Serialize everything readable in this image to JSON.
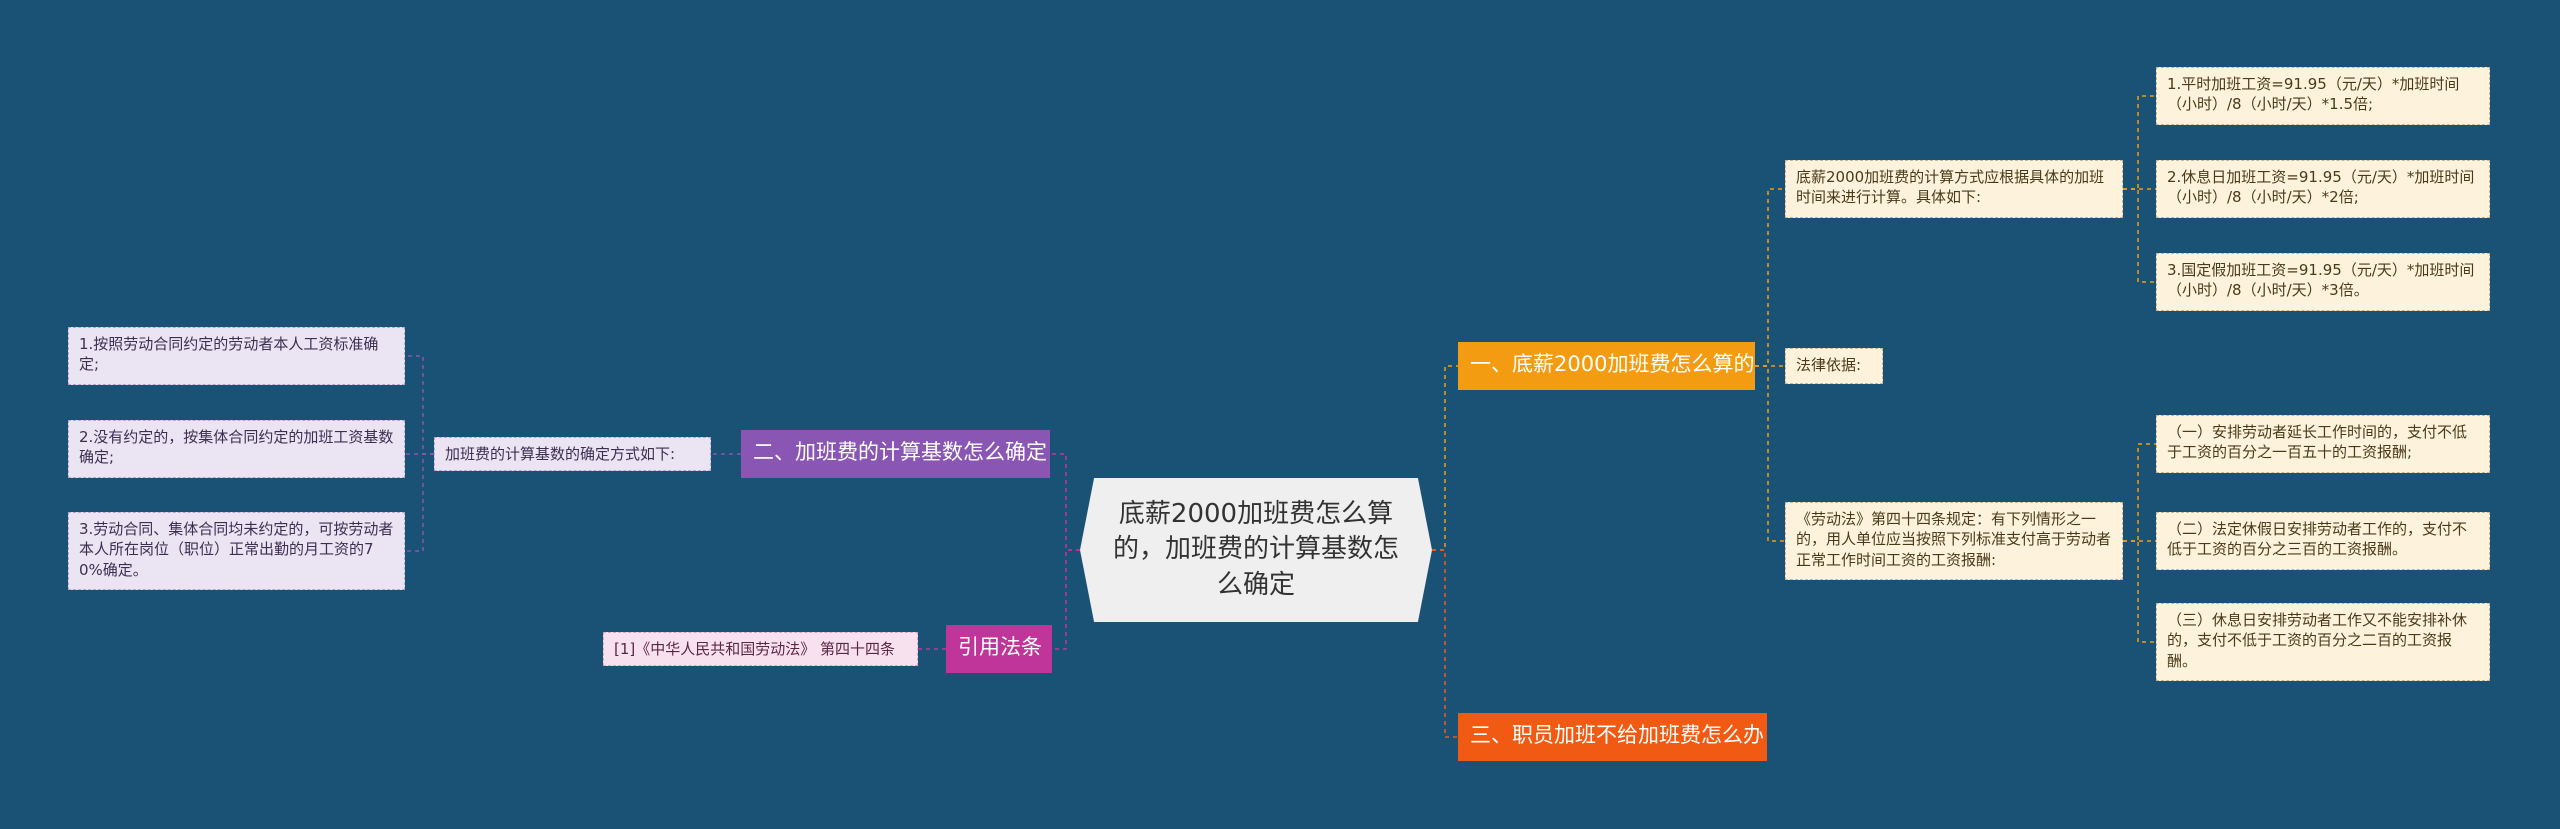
{
  "colors": {
    "background": "#1a5276",
    "branch1": "#f39c12",
    "branch2": "#8a56b3",
    "branch3": "#c0359a",
    "branch4": "#f05a12",
    "leaf_yellow": "#fdf3dc",
    "leaf_purple": "#ebe4f2",
    "leaf_pink": "#f8e1ee"
  },
  "root": {
    "label": "底薪2000加班费怎么算的，加班费的计算基数怎么确定"
  },
  "branches": {
    "b1": {
      "label": "一、底薪2000加班费怎么算的",
      "calc": {
        "label": "底薪2000加班费的计算方式应根据具体的加班时间来进行计算。具体如下:",
        "items": [
          "1.平时加班工资=91.95（元/天）*加班时间（小时）/8（小时/天）*1.5倍;",
          "2.休息日加班工资=91.95（元/天）*加班时间（小时）/8（小时/天）*2倍;",
          "3.国定假加班工资=91.95（元/天）*加班时间（小时）/8（小时/天）*3倍。"
        ]
      },
      "legal": {
        "label": "法律依据:"
      },
      "law": {
        "label": "《劳动法》第四十四条规定：有下列情形之一的，用人单位应当按照下列标准支付高于劳动者正常工作时间工资的工资报酬:",
        "items": [
          "（一）安排劳动者延长工作时间的，支付不低于工资的百分之一百五十的工资报酬;",
          "（二）法定休假日安排劳动者工作的，支付不低于工资的百分之三百的工资报酬。",
          "（三）休息日安排劳动者工作又不能安排补休的，支付不低于工资的百分之二百的工资报酬。"
        ]
      }
    },
    "b2": {
      "label": "二、加班费的计算基数怎么确定",
      "mid": {
        "label": "加班费的计算基数的确定方式如下:"
      },
      "items": [
        "1.按照劳动合同约定的劳动者本人工资标准确定;",
        "2.没有约定的，按集体合同约定的加班工资基数确定;",
        "3.劳动合同、集体合同均未约定的，可按劳动者本人所在岗位（职位）正常出勤的月工资的70%确定。"
      ]
    },
    "b3": {
      "label": "引用法条",
      "ref": {
        "label": "[1]《中华人民共和国劳动法》 第四十四条"
      }
    },
    "b4": {
      "label": "三、职员加班不给加班费怎么办"
    }
  }
}
